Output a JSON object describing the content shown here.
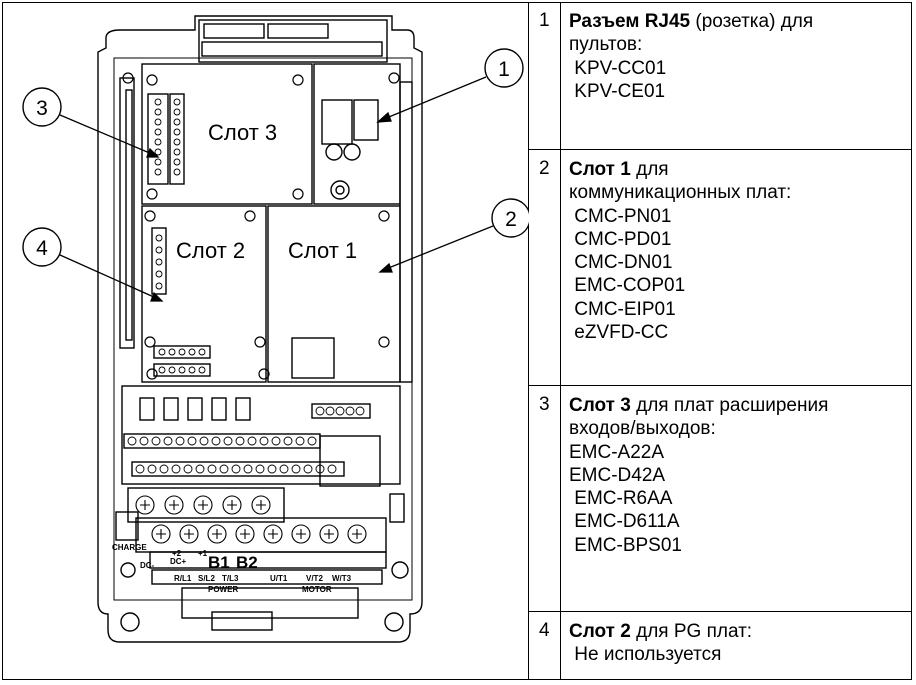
{
  "figure": {
    "slot3_label": "Слот 3",
    "slot2_label": "Слот 2",
    "slot1_label": "Слот 1",
    "callouts": [
      "1",
      "2",
      "3",
      "4"
    ],
    "terminal_b1": "B1",
    "terminal_b2": "B2",
    "power_label": "POWER",
    "motor_label": "MOTOR",
    "charge_label": "CHARGE",
    "dc_minus": "DC-",
    "dc_plus": "DC+",
    "plus2": "+2",
    "plus1": "+1",
    "terminal_r": "R/L1",
    "terminal_s": "S/L2",
    "terminal_t": "T/L3",
    "terminal_u": "U/T1",
    "terminal_v": "V/T2",
    "terminal_w": "W/T3"
  },
  "rows": [
    {
      "num": "1",
      "bold": "Разъем RJ45",
      "rest": " (розетка) для",
      "lines": [
        "пультов:",
        " KPV-CC01",
        " KPV-CE01"
      ]
    },
    {
      "num": "2",
      "bold": "Слот 1",
      "rest": " для",
      "lines": [
        "коммуникационных плат:",
        " CMC-PN01",
        " CMC-PD01",
        " CMC-DN01",
        " EMC-COP01",
        " CMC-EIP01",
        " eZVFD-CC"
      ]
    },
    {
      "num": "3",
      "bold": "Слот 3",
      "rest": " для плат расширения",
      "lines": [
        "входов/выходов:",
        "EMC-A22A",
        "EMC-D42A",
        " EMC-R6AA",
        " EMC-D611A",
        " EMC-BPS01"
      ]
    },
    {
      "num": "4",
      "bold": "Слот 2",
      "rest": " для PG плат:",
      "lines": [
        " Не используется"
      ]
    }
  ]
}
